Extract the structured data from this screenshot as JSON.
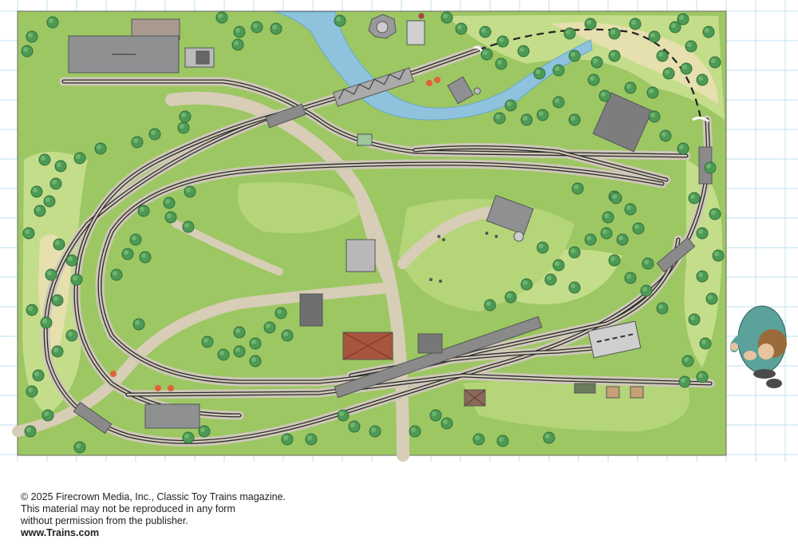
{
  "copyright": {
    "line1": "© 2025 Firecrown Media, Inc., Classic Toy Trains magazine.",
    "line2": "This material may not be reproduced in any form",
    "line3": "without permission from the publisher.",
    "url": "www.Trains.com"
  },
  "colors": {
    "grass": "#9cc763",
    "grass_light": "#c4dd8a",
    "sand": "#e6dfae",
    "road": "#d8cdb6",
    "water": "#8fc3dd",
    "rail": "#2b2b2b",
    "bed": "#cfc7b8",
    "grid": "#bfe0f2",
    "tree": "#4d9a55",
    "tree_dark": "#2f6e3b",
    "building_gray": "#8f9092",
    "building_red": "#a8553e"
  },
  "icons": {
    "tree": "tree-icon",
    "person": "operator-figure-icon",
    "bridge": "truss-bridge-icon",
    "tower": "water-tower-icon"
  }
}
